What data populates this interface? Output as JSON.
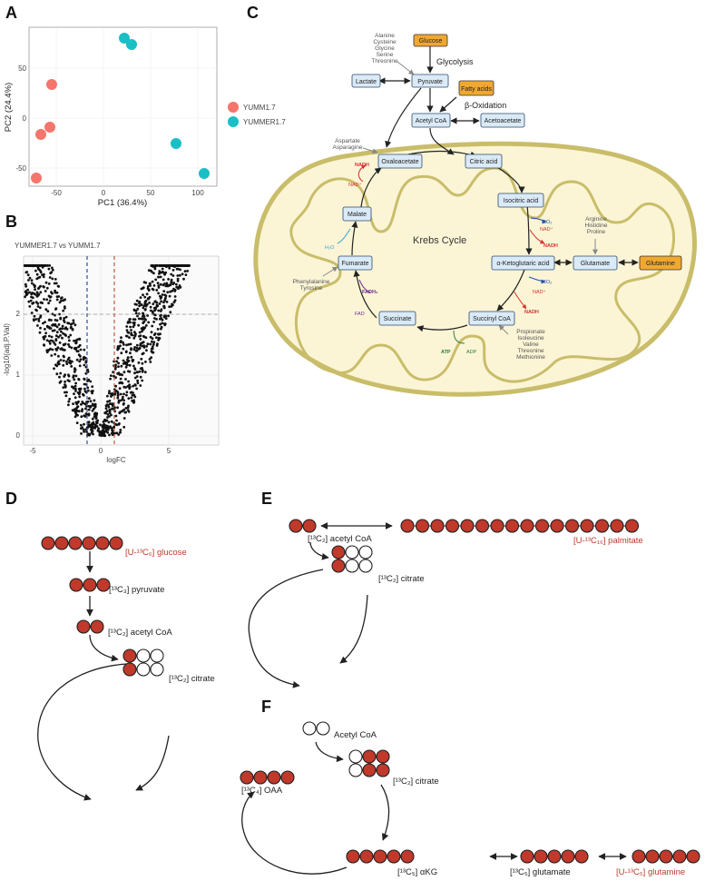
{
  "panels": {
    "A": {
      "letter": "A",
      "xlabel": "PC1 (36.4%)",
      "ylabel": "PC2 (24.4%)",
      "xticks": [
        "-50",
        "0",
        "50",
        "100"
      ],
      "yticks": [
        "50",
        "0",
        "-50"
      ],
      "legend": [
        {
          "label": "YUMM1.7",
          "color": "#f4756b"
        },
        {
          "label": "YUMMER1.7",
          "color": "#19bfc4"
        }
      ]
    },
    "B": {
      "letter": "B",
      "title": "YUMMER1.7 vs YUMM1.7",
      "xlabel": "logFC",
      "ylabel": "-log10(adj.P.Val)",
      "xticks": [
        "-5",
        "0",
        "5"
      ],
      "yticks": [
        "0",
        "1",
        "2"
      ]
    },
    "C": {
      "letter": "C",
      "cycle_title": "Krebs Cycle",
      "glycolysis": "Glycolysis",
      "beta_oxidation": "β-Oxidation",
      "nodes": {
        "glucose": "Glucose",
        "lactate": "Lactate",
        "pyruvate": "Pyruvate",
        "fatty_acids": "Fatty acids",
        "acetyl_coa": "Acetyl CoA",
        "acetoacetate": "Acetoacetate",
        "oxaloacetate": "Oxaloacetate",
        "citric_acid": "Citric acid",
        "malate": "Malate",
        "isocitric_acid": "Isocitric acid",
        "fumarate": "Fumarate",
        "a_ketoglutaric": "α-Ketoglutaric acid",
        "glutamate": "Glutamate",
        "glutamine": "Glutamine",
        "succinate": "Succinate",
        "succinyl_coa": "Succinyl CoA"
      },
      "amino_in_pyruvate": [
        "Alanine",
        "Cysteine",
        "Glycine",
        "Serine",
        "Threonine"
      ],
      "amino_in_oaa": [
        "Aspartate",
        "Asparagine"
      ],
      "amino_in_glutamate": [
        "Arginine",
        "Histidine",
        "Proline"
      ],
      "amino_in_fumarate": [
        "Phenylalanine",
        "Tyrosine"
      ],
      "amino_in_succinyl": [
        "Propionate",
        "Isoleucine",
        "Valine",
        "Threonine",
        "Methionine"
      ],
      "cofactors": {
        "nadh": "NADH",
        "nad": "NAD⁺",
        "co2": "CO₂",
        "h2o": "H₂O",
        "fadh2": "FADH₂",
        "fad": "FAD",
        "atp": "ATP",
        "adp": "ADP"
      }
    },
    "D": {
      "letter": "D",
      "glucose_label": "[U-¹³C₆] glucose",
      "pyruvate_label": "[¹³C₃] pyruvate",
      "acetyl_label": "[¹³C₂] acetyl CoA",
      "citrate_label": "[¹³C₂] citrate"
    },
    "E": {
      "letter": "E",
      "acetyl_label": "[¹³C₂] acetyl CoA",
      "palmitate_label": "[U-¹³C₁₆] palmitate",
      "citrate_label": "[¹³C₂] citrate"
    },
    "F": {
      "letter": "F",
      "acetyl_label": "Acetyl CoA",
      "oaa_label": "[¹³C₄] OAA",
      "citrate_label": "[¹³C₂] citrate",
      "akg_label": "[¹³C₅] αKG",
      "glutamate_label": "[¹³C₅] glutamate",
      "glutamine_label": "[U-¹³C₅] glutamine"
    }
  },
  "colors": {
    "labeled_carbon": "#c0392b",
    "unlabeled_carbon": "#ffffff",
    "mito_fill": "#fbf5d6",
    "mito_stroke": "#c9bd6a",
    "node_fill": "#dbeaf7",
    "node_stroke": "#2c4a6e",
    "highlight_fill": "#f0a830"
  }
}
